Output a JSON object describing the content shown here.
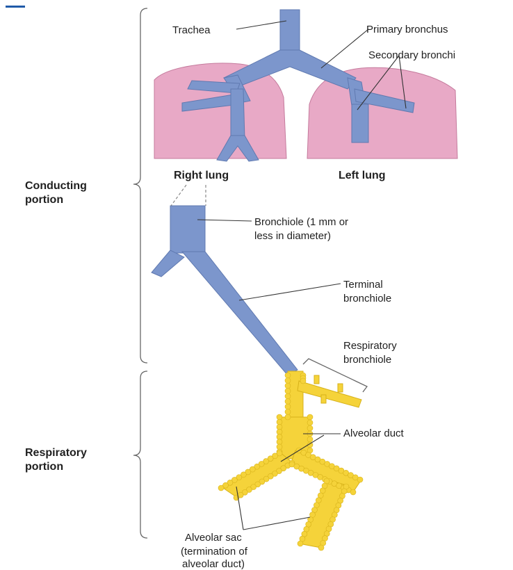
{
  "colors": {
    "lung": "#e8a9c6",
    "airway": "#7c96cc",
    "alveolar": "#f5d33a",
    "corner_mark": "#1f5aa8"
  },
  "labels": {
    "trachea": "Trachea",
    "primary_bronchus": "Primary bronchus",
    "secondary_bronchi": "Secondary bronchi",
    "right_lung": "Right lung",
    "left_lung": "Left lung",
    "bronchiole_line1": "Bronchiole (1 mm or",
    "bronchiole_line2": "less in diameter)",
    "terminal_line1": "Terminal",
    "terminal_line2": "bronchiole",
    "respiratory_bronchiole_line1": "Respiratory",
    "respiratory_bronchiole_line2": "bronchiole",
    "alveolar_duct": "Alveolar duct",
    "alveolar_sac_line1": "Alveolar sac",
    "alveolar_sac_line2": "(termination of",
    "alveolar_sac_line3": "alveolar duct)",
    "conducting_line1": "Conducting",
    "conducting_line2": "portion",
    "respiratory_line1": "Respiratory",
    "respiratory_line2": "portion"
  }
}
